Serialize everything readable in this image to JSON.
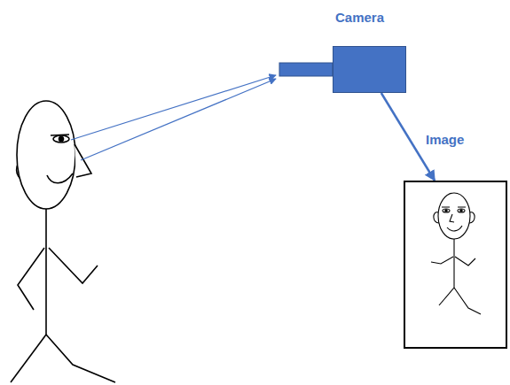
{
  "diagram": {
    "nodes": [
      {
        "text": [
          "Camera"
        ]
      },
      {
        "text": [
          "Image"
        ]
      }
    ],
    "edges": [
      {
        "from": 0,
        "to": 1,
        "arrow": "to"
      }
    ]
  }
}
